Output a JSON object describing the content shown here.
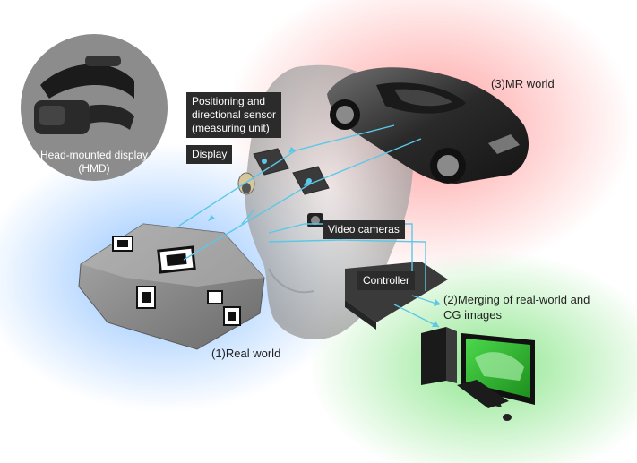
{
  "labels": {
    "hmd": "Head-mounted display\n(HMD)",
    "sensor": "Positioning and\ndirectional sensor\n(measuring unit)",
    "display": "Display",
    "video_cameras": "Video cameras",
    "controller": "Controller",
    "mr_world": "(3)MR world",
    "merging": "(2)Merging of real-world and\n     CG images",
    "real_world": "(1)Real world"
  },
  "colors": {
    "mr_glow": "#ff8a8a",
    "real_glow": "#7fb8ff",
    "merge_glow": "#7fe07f",
    "tag_bg": "#2b2b2b",
    "arrow": "#5bc8e8"
  }
}
